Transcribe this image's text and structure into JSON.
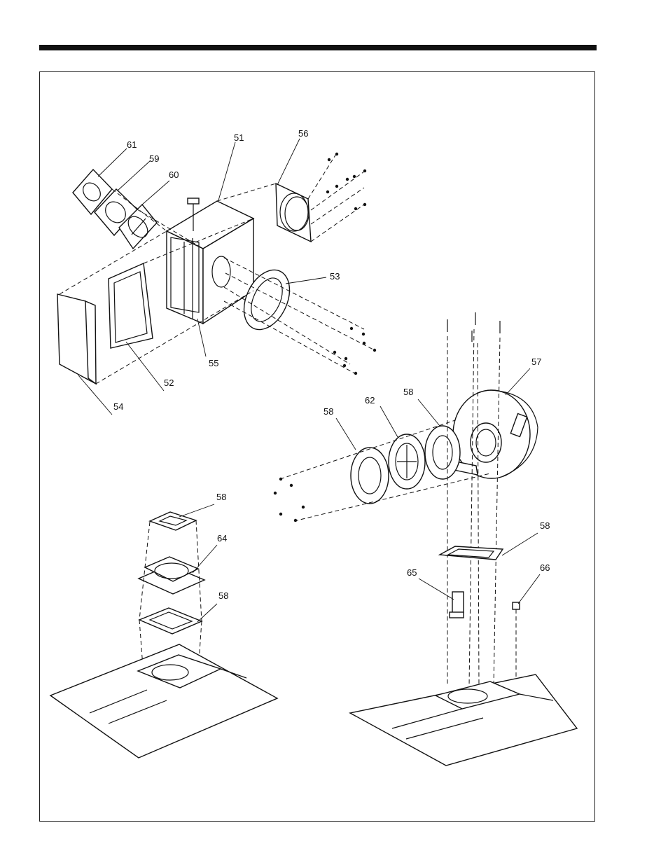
{
  "callouts": {
    "c51": "51",
    "c52": "52",
    "c53": "53",
    "c54": "54",
    "c55": "55",
    "c56": "56",
    "c57": "57",
    "c58a": "58",
    "c58b": "58",
    "c58c": "58",
    "c58d": "58",
    "c58e": "58",
    "c59": "59",
    "c60": "60",
    "c61": "61",
    "c62": "62",
    "c64": "64",
    "c65": "65",
    "c66": "66"
  }
}
